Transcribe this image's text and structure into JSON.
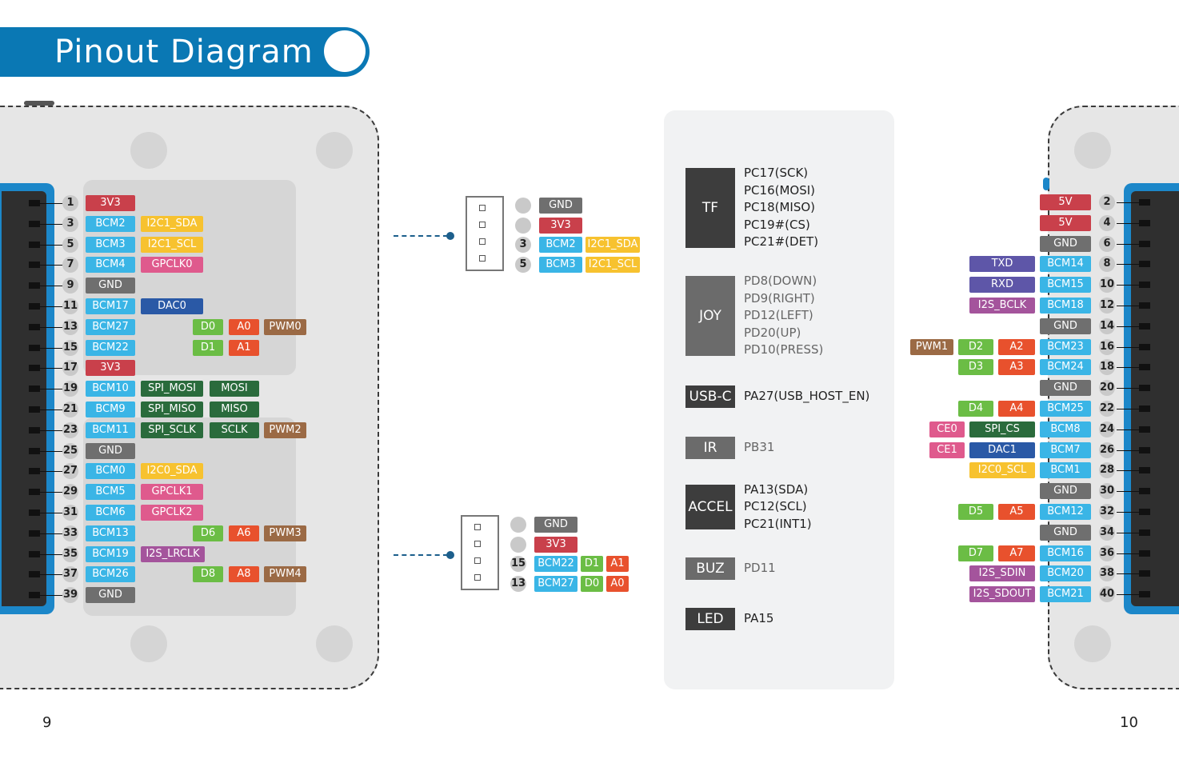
{
  "title": "Pinout Diagram",
  "colors": {
    "banner": "#0a78b4",
    "power": "#c9404b",
    "gnd": "#6f6f6f",
    "bcm": "#3ab5e6",
    "i2c": "#f7c22f",
    "gpclk": "#df5a8d",
    "dac": "#2a59a6",
    "digital": "#6bbd45",
    "analog": "#e8512d",
    "pwm": "#9b6a45",
    "spi": "#2a6b3c",
    "uart": "#5e56a8",
    "i2s": "#a4549c",
    "ce": "#df5a8d"
  },
  "left_header": [
    {
      "pin": "1",
      "labels": [
        {
          "t": "3V3",
          "c": "power"
        }
      ]
    },
    {
      "pin": "3",
      "labels": [
        {
          "t": "BCM2",
          "c": "bcm"
        },
        {
          "t": "I2C1_SDA",
          "c": "i2c"
        }
      ]
    },
    {
      "pin": "5",
      "labels": [
        {
          "t": "BCM3",
          "c": "bcm"
        },
        {
          "t": "I2C1_SCL",
          "c": "i2c"
        }
      ]
    },
    {
      "pin": "7",
      "labels": [
        {
          "t": "BCM4",
          "c": "bcm"
        },
        {
          "t": "GPCLK0",
          "c": "gpclk"
        }
      ]
    },
    {
      "pin": "9",
      "labels": [
        {
          "t": "GND",
          "c": "gnd"
        }
      ]
    },
    {
      "pin": "11",
      "labels": [
        {
          "t": "BCM17",
          "c": "bcm"
        },
        {
          "t": "DAC0",
          "c": "dac"
        }
      ]
    },
    {
      "pin": "13",
      "labels": [
        {
          "t": "BCM27",
          "c": "bcm"
        },
        {
          "t": "D0",
          "c": "digital"
        },
        {
          "t": "A0",
          "c": "analog"
        },
        {
          "t": "PWM0",
          "c": "pwm"
        }
      ]
    },
    {
      "pin": "15",
      "labels": [
        {
          "t": "BCM22",
          "c": "bcm"
        },
        {
          "t": "D1",
          "c": "digital"
        },
        {
          "t": "A1",
          "c": "analog"
        }
      ]
    },
    {
      "pin": "17",
      "labels": [
        {
          "t": "3V3",
          "c": "power"
        }
      ]
    },
    {
      "pin": "19",
      "labels": [
        {
          "t": "BCM10",
          "c": "bcm"
        },
        {
          "t": "SPI_MOSI",
          "c": "spi"
        },
        {
          "t": "MOSI",
          "c": "spi"
        }
      ]
    },
    {
      "pin": "21",
      "labels": [
        {
          "t": "BCM9",
          "c": "bcm"
        },
        {
          "t": "SPI_MISO",
          "c": "spi"
        },
        {
          "t": "MISO",
          "c": "spi"
        }
      ]
    },
    {
      "pin": "23",
      "labels": [
        {
          "t": "BCM11",
          "c": "bcm"
        },
        {
          "t": "SPI_SCLK",
          "c": "spi"
        },
        {
          "t": "SCLK",
          "c": "spi"
        },
        {
          "t": "PWM2",
          "c": "pwm"
        }
      ]
    },
    {
      "pin": "25",
      "labels": [
        {
          "t": "GND",
          "c": "gnd"
        }
      ]
    },
    {
      "pin": "27",
      "labels": [
        {
          "t": "BCM0",
          "c": "bcm"
        },
        {
          "t": "I2C0_SDA",
          "c": "i2c"
        }
      ]
    },
    {
      "pin": "29",
      "labels": [
        {
          "t": "BCM5",
          "c": "bcm"
        },
        {
          "t": "GPCLK1",
          "c": "gpclk"
        }
      ]
    },
    {
      "pin": "31",
      "labels": [
        {
          "t": "BCM6",
          "c": "bcm"
        },
        {
          "t": "GPCLK2",
          "c": "gpclk"
        }
      ]
    },
    {
      "pin": "33",
      "labels": [
        {
          "t": "BCM13",
          "c": "bcm"
        },
        {
          "t": "D6",
          "c": "digital"
        },
        {
          "t": "A6",
          "c": "analog"
        },
        {
          "t": "PWM3",
          "c": "pwm"
        }
      ]
    },
    {
      "pin": "35",
      "labels": [
        {
          "t": "BCM19",
          "c": "bcm"
        },
        {
          "t": "I2S_LRCLK",
          "c": "i2s"
        }
      ]
    },
    {
      "pin": "37",
      "labels": [
        {
          "t": "BCM26",
          "c": "bcm"
        },
        {
          "t": "D8",
          "c": "digital"
        },
        {
          "t": "A8",
          "c": "analog"
        },
        {
          "t": "PWM4",
          "c": "pwm"
        }
      ]
    },
    {
      "pin": "39",
      "labels": [
        {
          "t": "GND",
          "c": "gnd"
        }
      ]
    }
  ],
  "right_header": [
    {
      "pin": "2",
      "labels": [
        {
          "t": "5V",
          "c": "power"
        }
      ]
    },
    {
      "pin": "4",
      "labels": [
        {
          "t": "5V",
          "c": "power"
        }
      ]
    },
    {
      "pin": "6",
      "labels": [
        {
          "t": "GND",
          "c": "gnd"
        }
      ]
    },
    {
      "pin": "8",
      "labels": [
        {
          "t": "BCM14",
          "c": "bcm"
        },
        {
          "t": "TXD",
          "c": "uart"
        }
      ]
    },
    {
      "pin": "10",
      "labels": [
        {
          "t": "BCM15",
          "c": "bcm"
        },
        {
          "t": "RXD",
          "c": "uart"
        }
      ]
    },
    {
      "pin": "12",
      "labels": [
        {
          "t": "BCM18",
          "c": "bcm"
        },
        {
          "t": "I2S_BCLK",
          "c": "i2s"
        }
      ]
    },
    {
      "pin": "14",
      "labels": [
        {
          "t": "GND",
          "c": "gnd"
        }
      ]
    },
    {
      "pin": "16",
      "labels": [
        {
          "t": "BCM23",
          "c": "bcm"
        },
        {
          "t": "A2",
          "c": "analog"
        },
        {
          "t": "D2",
          "c": "digital"
        },
        {
          "t": "PWM1",
          "c": "pwm"
        }
      ]
    },
    {
      "pin": "18",
      "labels": [
        {
          "t": "BCM24",
          "c": "bcm"
        },
        {
          "t": "A3",
          "c": "analog"
        },
        {
          "t": "D3",
          "c": "digital"
        }
      ]
    },
    {
      "pin": "20",
      "labels": [
        {
          "t": "GND",
          "c": "gnd"
        }
      ]
    },
    {
      "pin": "22",
      "labels": [
        {
          "t": "BCM25",
          "c": "bcm"
        },
        {
          "t": "A4",
          "c": "analog"
        },
        {
          "t": "D4",
          "c": "digital"
        }
      ]
    },
    {
      "pin": "24",
      "labels": [
        {
          "t": "BCM8",
          "c": "bcm"
        },
        {
          "t": "SPI_CS",
          "c": "spi"
        },
        {
          "t": "CE0",
          "c": "ce"
        }
      ]
    },
    {
      "pin": "26",
      "labels": [
        {
          "t": "BCM7",
          "c": "bcm"
        },
        {
          "t": "DAC1",
          "c": "dac"
        },
        {
          "t": "CE1",
          "c": "ce"
        }
      ]
    },
    {
      "pin": "28",
      "labels": [
        {
          "t": "BCM1",
          "c": "bcm"
        },
        {
          "t": "I2C0_SCL",
          "c": "i2c"
        }
      ]
    },
    {
      "pin": "30",
      "labels": [
        {
          "t": "GND",
          "c": "gnd"
        }
      ]
    },
    {
      "pin": "32",
      "labels": [
        {
          "t": "BCM12",
          "c": "bcm"
        },
        {
          "t": "A5",
          "c": "analog"
        },
        {
          "t": "D5",
          "c": "digital"
        }
      ]
    },
    {
      "pin": "34",
      "labels": [
        {
          "t": "GND",
          "c": "gnd"
        }
      ]
    },
    {
      "pin": "36",
      "labels": [
        {
          "t": "BCM16",
          "c": "bcm"
        },
        {
          "t": "A7",
          "c": "analog"
        },
        {
          "t": "D7",
          "c": "digital"
        }
      ]
    },
    {
      "pin": "38",
      "labels": [
        {
          "t": "BCM20",
          "c": "bcm"
        },
        {
          "t": "I2S_SDIN",
          "c": "i2s"
        }
      ]
    },
    {
      "pin": "40",
      "labels": [
        {
          "t": "BCM21",
          "c": "bcm"
        },
        {
          "t": "I2S_SDOUT",
          "c": "i2s"
        }
      ]
    }
  ],
  "connector_top": [
    {
      "pin": "",
      "labels": [
        {
          "t": "GND",
          "c": "gnd"
        }
      ]
    },
    {
      "pin": "",
      "labels": [
        {
          "t": "3V3",
          "c": "power"
        }
      ]
    },
    {
      "pin": "3",
      "labels": [
        {
          "t": "BCM2",
          "c": "bcm"
        },
        {
          "t": "I2C1_SDA",
          "c": "i2c"
        }
      ]
    },
    {
      "pin": "5",
      "labels": [
        {
          "t": "BCM3",
          "c": "bcm"
        },
        {
          "t": "I2C1_SCL",
          "c": "i2c"
        }
      ]
    }
  ],
  "connector_bottom": [
    {
      "pin": "",
      "labels": [
        {
          "t": "GND",
          "c": "gnd"
        }
      ]
    },
    {
      "pin": "",
      "labels": [
        {
          "t": "3V3",
          "c": "power"
        }
      ]
    },
    {
      "pin": "15",
      "labels": [
        {
          "t": "BCM22",
          "c": "bcm"
        },
        {
          "t": "D1",
          "c": "digital"
        },
        {
          "t": "A1",
          "c": "analog"
        }
      ]
    },
    {
      "pin": "13",
      "labels": [
        {
          "t": "BCM27",
          "c": "bcm"
        },
        {
          "t": "D0",
          "c": "digital"
        },
        {
          "t": "A0",
          "c": "analog"
        }
      ]
    }
  ],
  "modules": [
    {
      "name": "TF",
      "pins": [
        "PC17(SCK)",
        "PC16(MOSI)",
        "PC18(MISO)",
        "PC19#(CS)",
        "PC21#(DET)"
      ]
    },
    {
      "name": "JOY",
      "pins": [
        "PD8(DOWN)",
        "PD9(RIGHT)",
        "PD12(LEFT)",
        "PD20(UP)",
        "PD10(PRESS)"
      ]
    },
    {
      "name": "USB-C",
      "pins": [
        "PA27(USB_HOST_EN)"
      ]
    },
    {
      "name": "IR",
      "pins": [
        "PB31"
      ]
    },
    {
      "name": "ACCEL",
      "pins": [
        "PA13(SDA)",
        "PC12(SCL)",
        "PC21(INT1)"
      ]
    },
    {
      "name": "BUZ",
      "pins": [
        "PD11"
      ]
    },
    {
      "name": "LED",
      "pins": [
        "PA15"
      ]
    }
  ],
  "page_left": "9",
  "page_right": "10"
}
